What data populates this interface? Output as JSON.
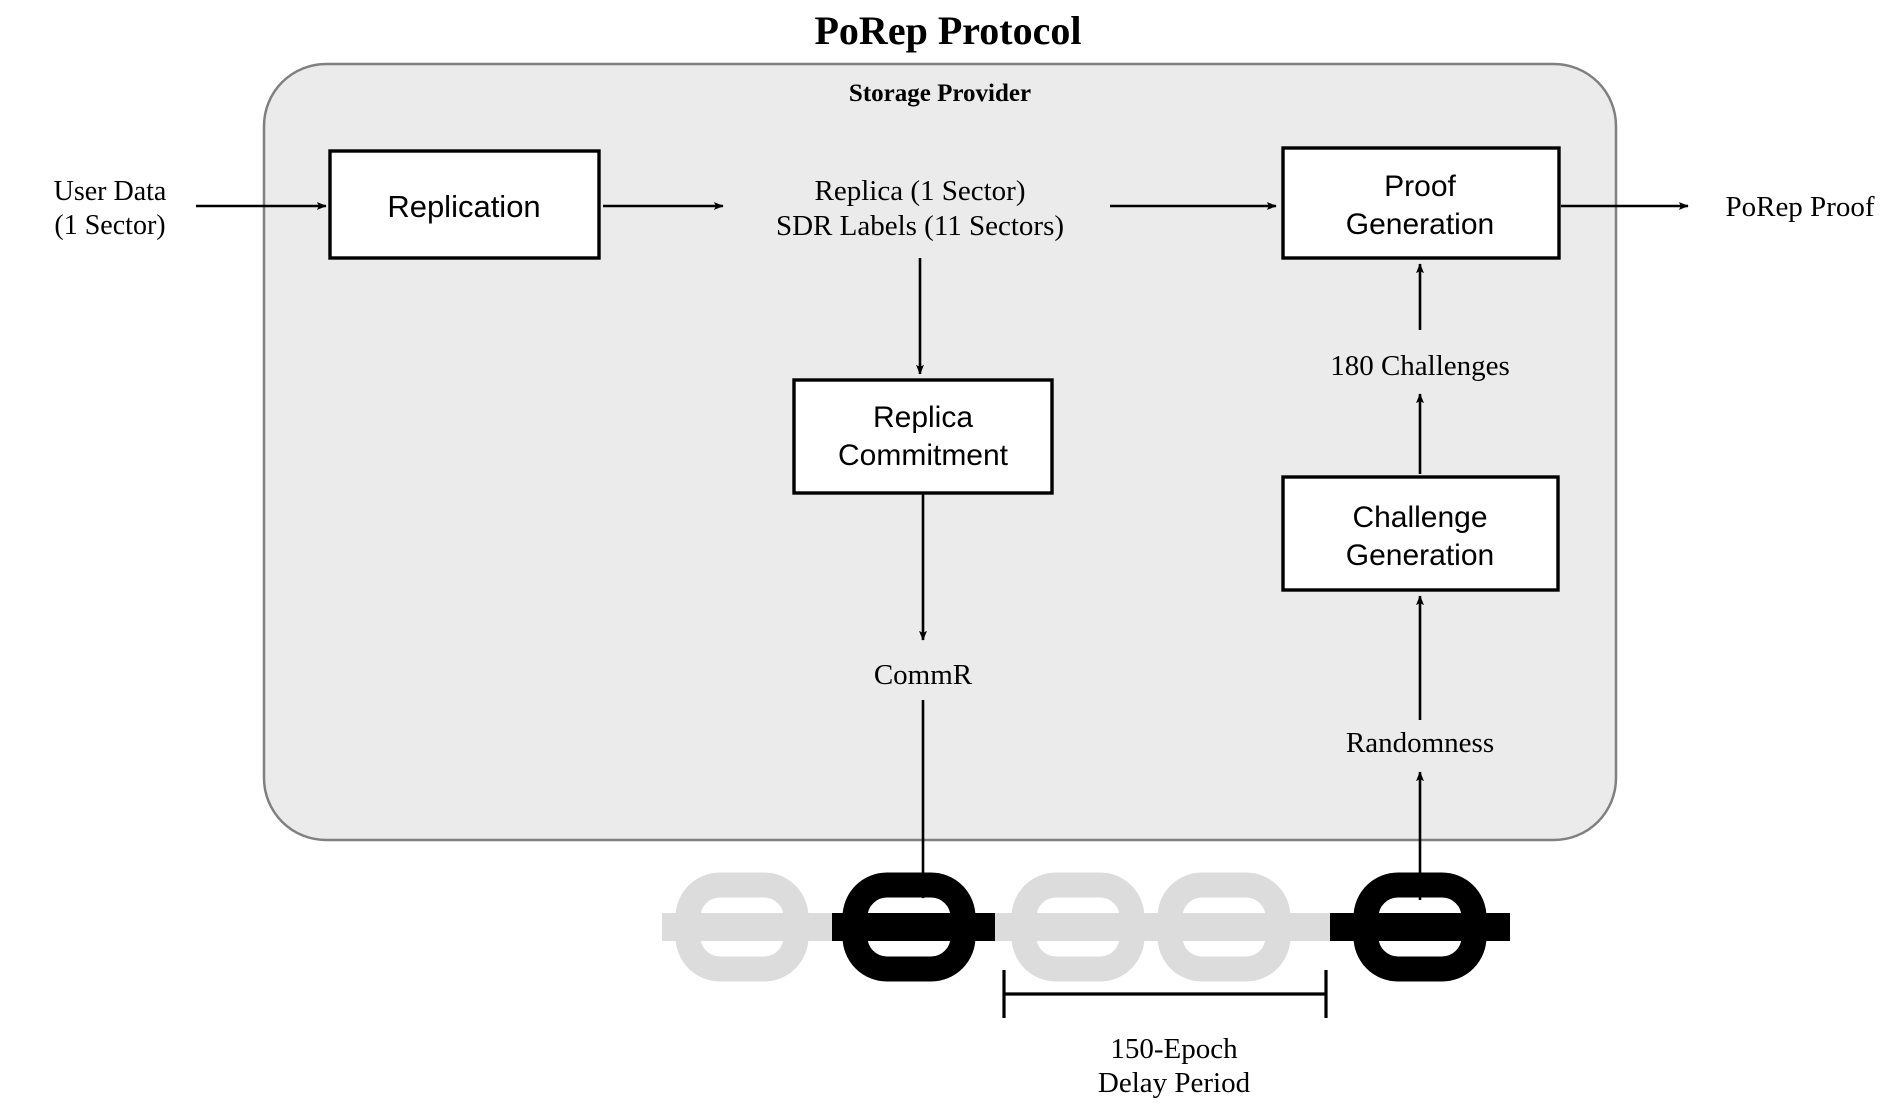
{
  "title": "PoRep Protocol",
  "container": {
    "label": "Storage Provider",
    "fill": "#ebebeb",
    "stroke": "#808080"
  },
  "colors": {
    "ink": "#000000",
    "chain_active": "#000000",
    "chain_inactive": "#dcdcdc",
    "panel_fill": "#ebebeb",
    "panel_stroke": "#808080",
    "page_bg": "#ffffff"
  },
  "inputs": {
    "user_data_line1": "User Data",
    "user_data_line2": "(1 Sector)"
  },
  "outputs": {
    "porep_proof": "PoRep Proof"
  },
  "boxes": [
    {
      "id": "replication",
      "label": "Replication",
      "lines": [
        "Replication"
      ]
    },
    {
      "id": "replica-commitment",
      "label": "Replica Commitment",
      "lines": [
        "Replica",
        "Commitment"
      ]
    },
    {
      "id": "proof-generation",
      "label": "Proof Generation",
      "lines": [
        "Proof",
        "Generation"
      ]
    },
    {
      "id": "challenge-generation",
      "label": "Challenge Generation",
      "lines": [
        "Challenge",
        "Generation"
      ]
    }
  ],
  "labels": {
    "replica_line1": "Replica (1 Sector)",
    "replica_line2": "SDR Labels (11 Sectors)",
    "commr": "CommR",
    "challenges": "180 Challenges",
    "randomness": "Randomness",
    "delay_line1": "150-Epoch",
    "delay_line2": "Delay Period"
  },
  "chain": {
    "links": [
      {
        "index": 0,
        "state": "inactive"
      },
      {
        "index": 1,
        "state": "active"
      },
      {
        "index": 2,
        "state": "inactive"
      },
      {
        "index": 3,
        "state": "inactive"
      },
      {
        "index": 4,
        "state": "active"
      }
    ]
  }
}
